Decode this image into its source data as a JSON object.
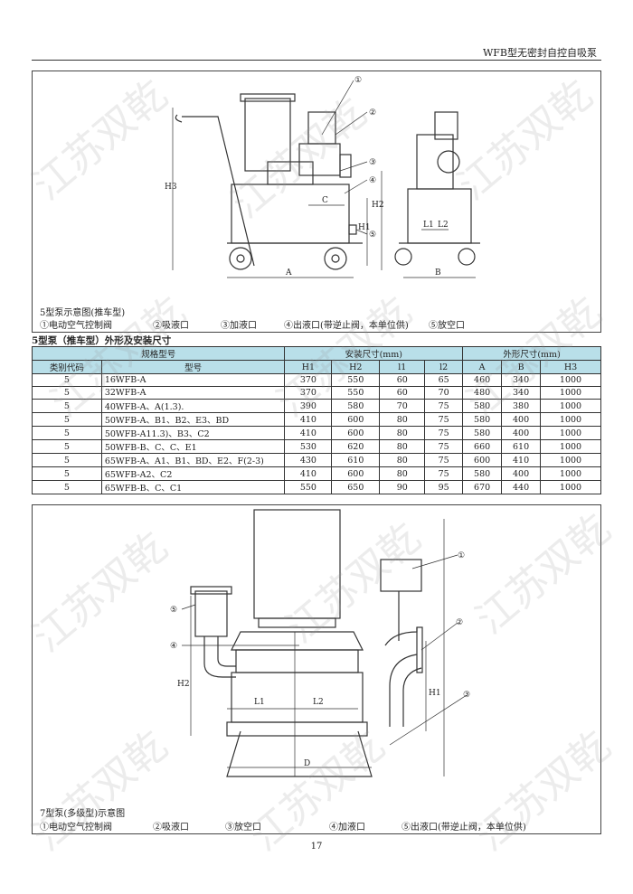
{
  "header": {
    "title": "WFB型无密封自控自吸泵"
  },
  "figure1": {
    "caption": "5型泵示意图(推车型)",
    "legend": [
      "①电动空气控制阀",
      "②吸液口",
      "③加液口",
      "④出液口(带逆止阀，本单位供)",
      "⑤放空口"
    ],
    "labels": {
      "h3": "H3",
      "h2": "H2",
      "h1": "H1",
      "c": "C",
      "a": "A",
      "b": "B",
      "l1": "L1",
      "l2": "L2",
      "n1": "①",
      "n2": "②",
      "n3": "③",
      "n4": "④",
      "n5": "⑤"
    }
  },
  "table": {
    "title": "5型泵（推车型）外形及安装尺寸",
    "group_headers": [
      "规格型号",
      "安装尺寸(mm)",
      "外形尺寸(mm)"
    ],
    "columns": [
      "类别代码",
      "型号",
      "H1",
      "H2",
      "l1",
      "l2",
      "A",
      "B",
      "H3"
    ],
    "rows": [
      [
        "5",
        "16WFB-A",
        "370",
        "550",
        "60",
        "65",
        "460",
        "340",
        "1000"
      ],
      [
        "5",
        "32WFB-A",
        "370",
        "550",
        "60",
        "70",
        "480",
        "340",
        "1000"
      ],
      [
        "5",
        "40WFB-A、A(1.3).",
        "390",
        "580",
        "70",
        "75",
        "580",
        "380",
        "1000"
      ],
      [
        "5",
        "50WFB-A、B1、B2、E3、BD",
        "410",
        "600",
        "80",
        "75",
        "580",
        "400",
        "1000"
      ],
      [
        "5",
        "50WFB-A11.3)、B3、C2",
        "410",
        "600",
        "80",
        "75",
        "580",
        "400",
        "1000"
      ],
      [
        "5",
        "50WFB-B、C、C、E1",
        "530",
        "620",
        "80",
        "75",
        "660",
        "610",
        "1000"
      ],
      [
        "5",
        "65WFB-A、A1、B1、BD、E2、F(2-3)",
        "430",
        "610",
        "80",
        "75",
        "600",
        "410",
        "1000"
      ],
      [
        "5",
        "65WFB-A2、C2",
        "410",
        "600",
        "80",
        "75",
        "580",
        "400",
        "1000"
      ],
      [
        "5",
        "65WFB-B、C、C1",
        "550",
        "650",
        "90",
        "95",
        "670",
        "440",
        "1000"
      ]
    ]
  },
  "figure2": {
    "caption": "7型泵(多级型)示意图",
    "legend": [
      "①电动空气控制阀",
      "②吸液口",
      "③放空口",
      "④加液口",
      "⑤出液口(带逆止阀，本单位供)"
    ],
    "labels": {
      "h2": "H2",
      "h1": "H1",
      "l1": "L1",
      "l2": "L2",
      "d": "D",
      "n1": "①",
      "n2": "②",
      "n3": "③",
      "n4": "④",
      "n5": "⑤"
    }
  },
  "watermark": "江苏双乾",
  "page_number": "17"
}
